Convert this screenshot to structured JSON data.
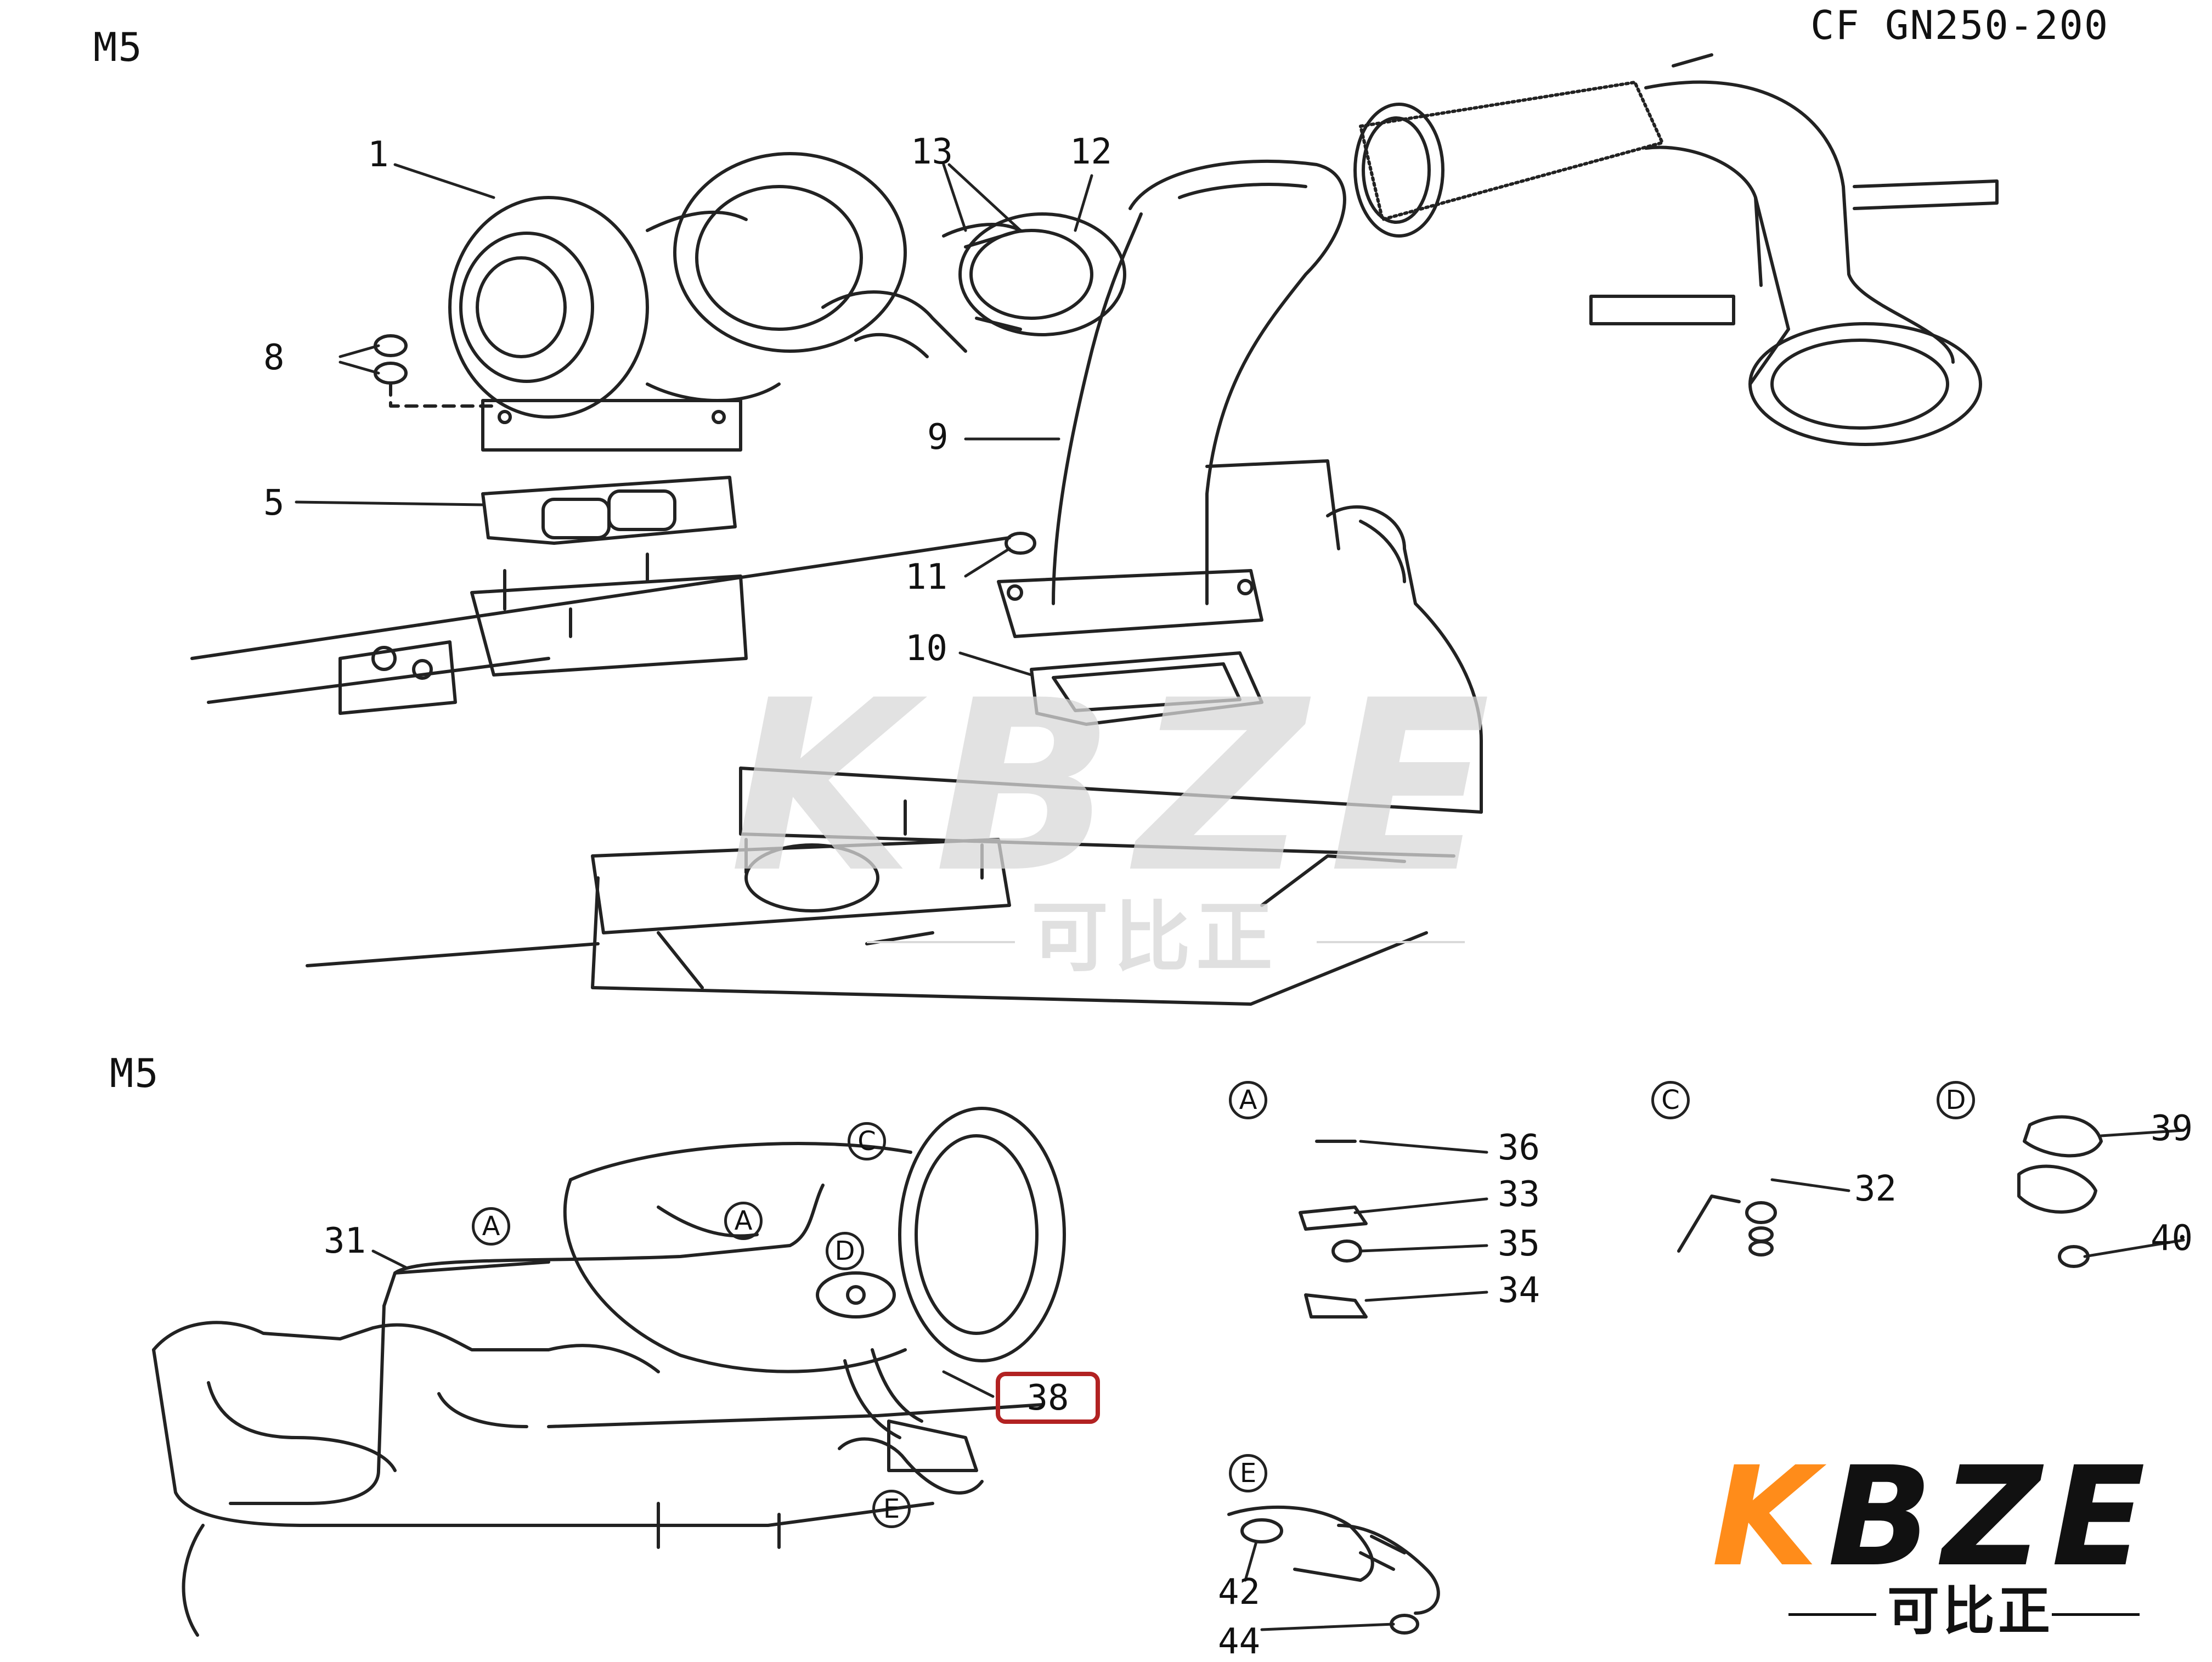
{
  "headers": {
    "top_section": "M5",
    "bottom_section": "M5",
    "model": "CF GN250-200"
  },
  "callouts": [
    "1",
    "13",
    "12",
    "8",
    "9",
    "5",
    "11",
    "10",
    "31",
    "38",
    "36",
    "33",
    "35",
    "34",
    "32",
    "39",
    "40",
    "42",
    "44"
  ],
  "detail_markers": [
    "A",
    "A",
    "C",
    "D",
    "E",
    "A",
    "C",
    "D",
    "E"
  ],
  "highlighted_part": "38",
  "watermark": {
    "brand": "KBZE",
    "chinese": "可比正"
  },
  "logo": {
    "brand": "KBZE",
    "chinese": "可比正"
  },
  "colors": {
    "line": "#222222",
    "highlight": "#b22222",
    "logo_accent": "#ff8c1a",
    "watermark": "#d9d9d9"
  }
}
